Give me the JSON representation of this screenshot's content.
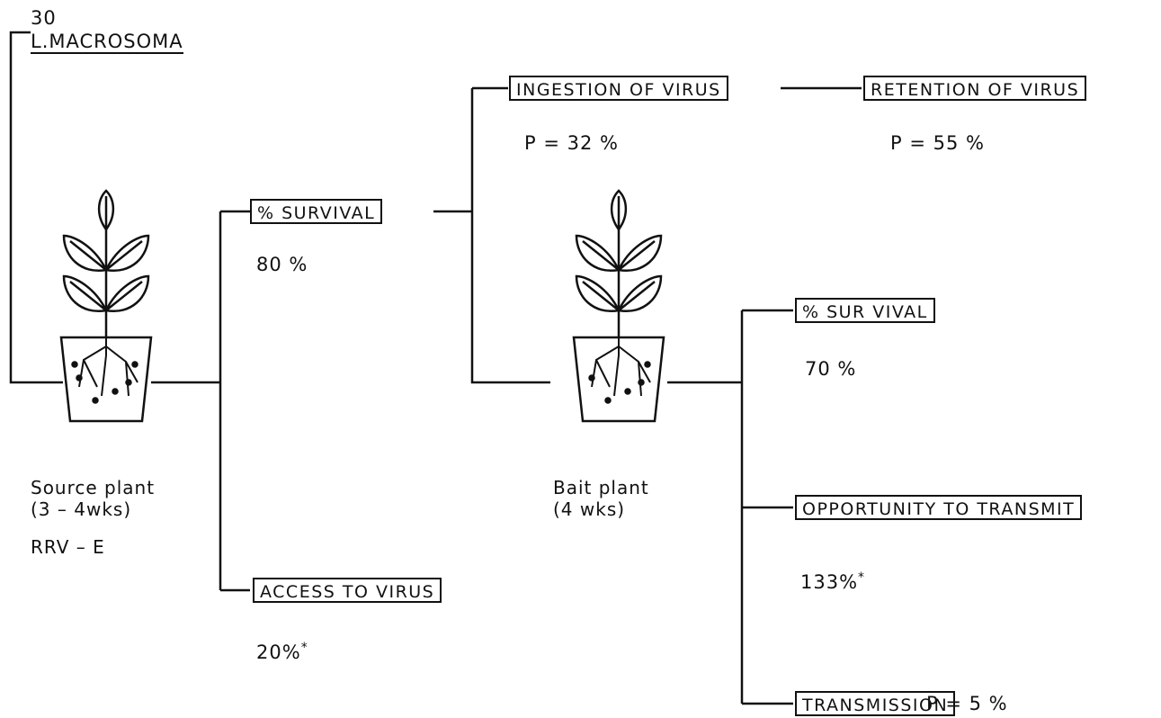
{
  "header": {
    "number": "30",
    "species": "L.MACROSOMA"
  },
  "source_plant": {
    "name": "Source plant",
    "age": "(3 – 4wks)",
    "virus": "RRV – E"
  },
  "bait_plant": {
    "name": "Bait plant",
    "age": "(4 wks)"
  },
  "stage1": {
    "survival_label": "% SURVIVAL",
    "survival_value": "80 %",
    "access_label": "ACCESS TO VIRUS",
    "access_value": "20%",
    "access_mark": "*"
  },
  "virus": {
    "ingestion_label": "INGESTION OF VIRUS",
    "ingestion_value": "P = 32 %",
    "retention_label": "RETENTION OF VIRUS",
    "retention_value": "P = 55 %"
  },
  "stage2": {
    "survival_label": "% SUR VIVAL",
    "survival_value": "70 %",
    "opportunity_label": "OPPORTUNITY TO TRANSMIT",
    "opportunity_value": "133%",
    "opportunity_mark": "*",
    "transmission_label": "TRANSMISSION",
    "transmission_value": "P = 5 %"
  }
}
